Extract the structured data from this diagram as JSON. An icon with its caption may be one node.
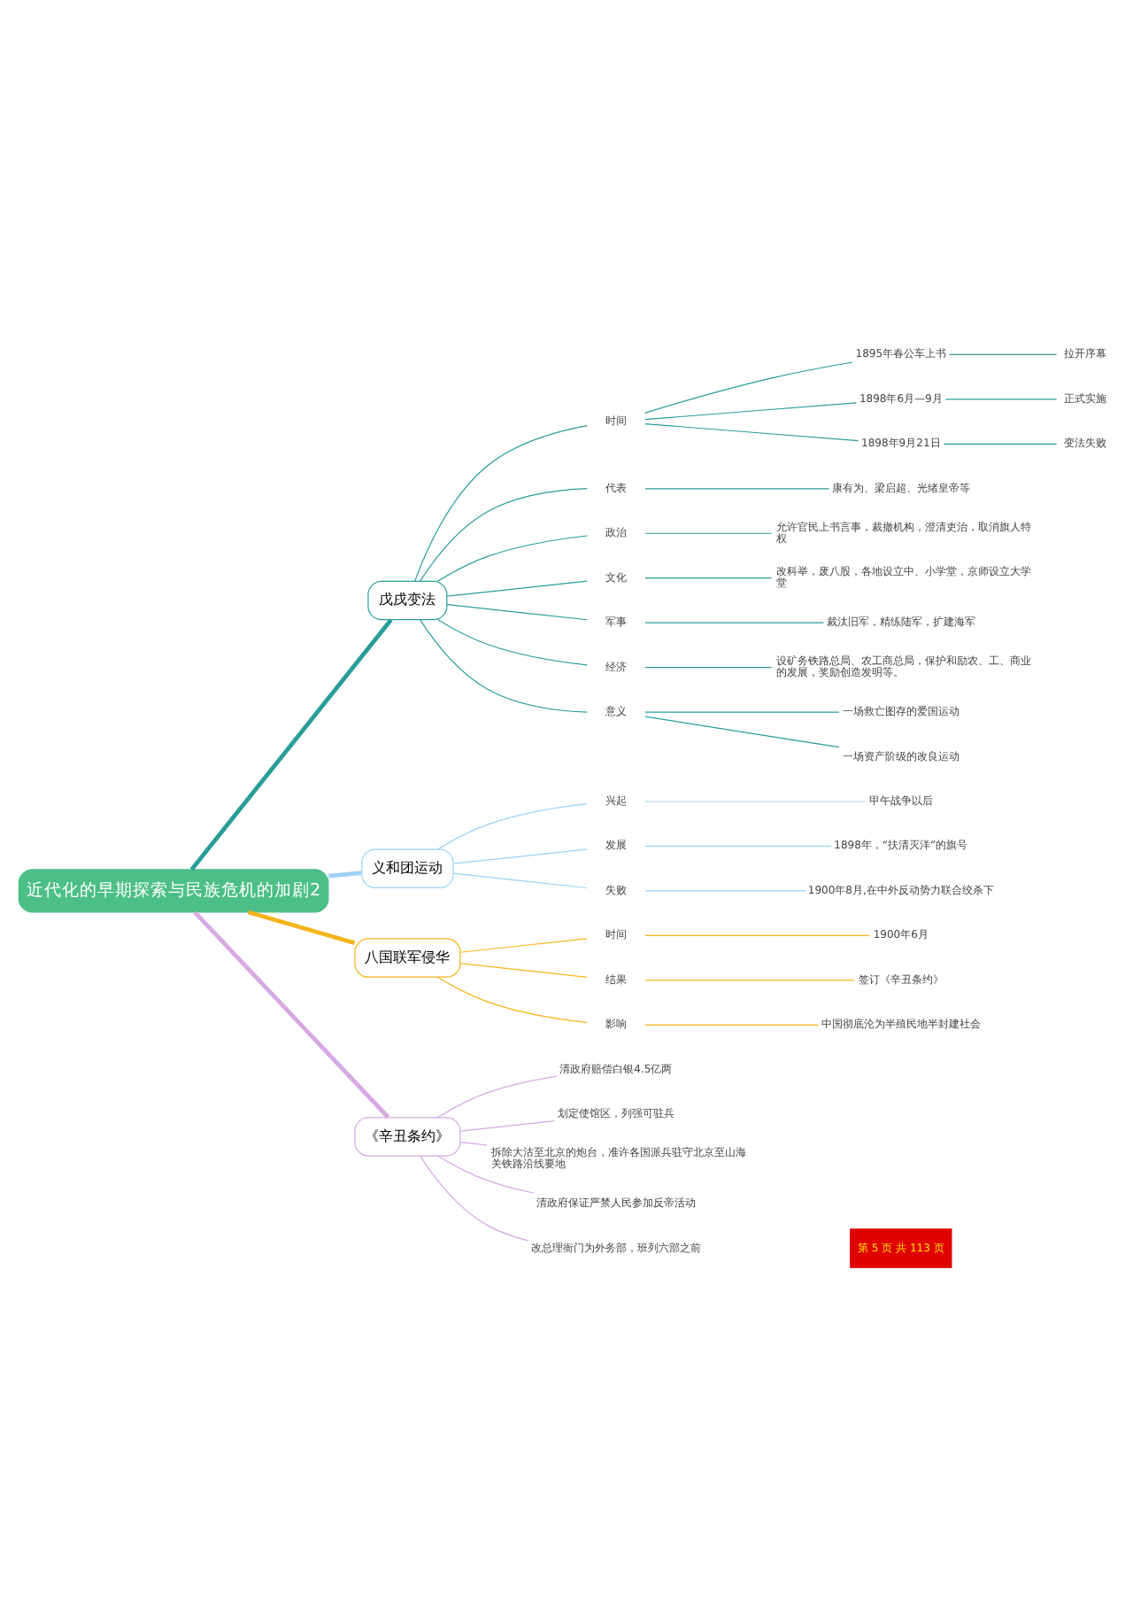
{
  "diagram": {
    "nodes": [
      {
        "text": [
          "近代化的早期探索与民族危机的加剧2"
        ]
      },
      {
        "text": [
          "戊戌变法"
        ]
      },
      {
        "text": [
          "时间"
        ]
      },
      {
        "text": [
          "1895年春公车上书"
        ]
      },
      {
        "text": [
          "拉开序幕"
        ]
      },
      {
        "text": [
          "1898年6月—9月"
        ]
      },
      {
        "text": [
          "正式实施"
        ]
      },
      {
        "text": [
          "1898年9月21日"
        ]
      },
      {
        "text": [
          "变法失败"
        ]
      },
      {
        "text": [
          "代表"
        ]
      },
      {
        "text": [
          "康有为、梁启超、光绪皇帝等"
        ]
      },
      {
        "text": [
          "政治"
        ]
      },
      {
        "text": [
          "允许官民上书言事，裁撤机构，澄清吏治，取消旗人特权"
        ]
      },
      {
        "text": [
          "文化"
        ]
      },
      {
        "text": [
          "改科举，废八股，各地设立中、小学堂，京师设立大学堂"
        ]
      },
      {
        "text": [
          "军事"
        ]
      },
      {
        "text": [
          "裁汰旧军，精练陆军，扩建海军"
        ]
      },
      {
        "text": [
          "经济"
        ]
      },
      {
        "text": [
          "设矿务铁路总局、农工商总局，保护和励农、工、商业的发展，奖励创造发明等。"
        ]
      },
      {
        "text": [
          "意义"
        ]
      },
      {
        "text": [
          "一场救亡图存的爱国运动"
        ]
      },
      {
        "text": [
          "一场资产阶级的改良运动"
        ]
      },
      {
        "text": [
          "义和团运动"
        ]
      },
      {
        "text": [
          "兴起"
        ]
      },
      {
        "text": [
          "甲午战争以后"
        ]
      },
      {
        "text": [
          "发展"
        ]
      },
      {
        "text": [
          "1898年，“扶清灭洋”的旗号"
        ]
      },
      {
        "text": [
          "失败"
        ]
      },
      {
        "text": [
          "1900年8月,在中外反动势力联合绞杀下"
        ]
      },
      {
        "text": [
          "八国联军侵华"
        ]
      },
      {
        "text": [
          "时间"
        ]
      },
      {
        "text": [
          "1900年6月"
        ]
      },
      {
        "text": [
          "结果"
        ]
      },
      {
        "text": [
          "签订《辛丑条约》"
        ]
      },
      {
        "text": [
          "影响"
        ]
      },
      {
        "text": [
          "中国彻底沦为半殖民地半封建社会"
        ]
      },
      {
        "text": [
          "《辛丑条约》"
        ]
      },
      {
        "text": [
          "清政府赔偿白银4.5亿两"
        ]
      },
      {
        "text": [
          "划定使馆区，列强可驻兵"
        ]
      },
      {
        "text": [
          "拆除大沽至北京的炮台，准许各国派兵驻守北京至山海关铁路沿线要地"
        ]
      },
      {
        "text": [
          "清政府保证严禁人民参加反帝活动"
        ]
      },
      {
        "text": [
          "改总理衙门为外务部，班列六部之前"
        ]
      }
    ],
    "edges": [
      {
        "from": 0,
        "to": 1,
        "arrow": "none",
        "style": "thick",
        "color": "#2a9d9a"
      },
      {
        "from": 1,
        "to": 2,
        "arrow": "none",
        "color": "#2a9d9a"
      },
      {
        "from": 2,
        "to": 3,
        "arrow": "none",
        "color": "#2a9d9a"
      },
      {
        "from": 3,
        "to": 4,
        "arrow": "none",
        "color": "#2a9d9a"
      },
      {
        "from": 2,
        "to": 5,
        "arrow": "none",
        "color": "#2a9d9a"
      },
      {
        "from": 5,
        "to": 6,
        "arrow": "none",
        "color": "#2a9d9a"
      },
      {
        "from": 2,
        "to": 7,
        "arrow": "none",
        "color": "#2a9d9a"
      },
      {
        "from": 7,
        "to": 8,
        "arrow": "none",
        "color": "#2a9d9a"
      },
      {
        "from": 1,
        "to": 9,
        "arrow": "none",
        "color": "#2a9d9a"
      },
      {
        "from": 9,
        "to": 10,
        "arrow": "none",
        "color": "#2a9d9a"
      },
      {
        "from": 1,
        "to": 11,
        "arrow": "none",
        "color": "#2a9d9a"
      },
      {
        "from": 11,
        "to": 12,
        "arrow": "none",
        "color": "#2a9d9a"
      },
      {
        "from": 1,
        "to": 13,
        "arrow": "none",
        "color": "#2a9d9a"
      },
      {
        "from": 13,
        "to": 14,
        "arrow": "none",
        "color": "#2a9d9a"
      },
      {
        "from": 1,
        "to": 15,
        "arrow": "none",
        "color": "#2a9d9a"
      },
      {
        "from": 15,
        "to": 16,
        "arrow": "none",
        "color": "#2a9d9a"
      },
      {
        "from": 1,
        "to": 17,
        "arrow": "none",
        "color": "#2a9d9a"
      },
      {
        "from": 17,
        "to": 18,
        "arrow": "none",
        "color": "#2a9d9a"
      },
      {
        "from": 1,
        "to": 19,
        "arrow": "none",
        "color": "#2a9d9a"
      },
      {
        "from": 19,
        "to": 20,
        "arrow": "none",
        "color": "#2a9d9a"
      },
      {
        "from": 19,
        "to": 21,
        "arrow": "none",
        "color": "#2a9d9a"
      },
      {
        "from": 0,
        "to": 22,
        "arrow": "none",
        "style": "thick",
        "color": "#9dd2f5"
      },
      {
        "from": 22,
        "to": 23,
        "arrow": "none",
        "color": "#9dd2f5"
      },
      {
        "from": 23,
        "to": 24,
        "arrow": "none",
        "color": "#9dd2f5"
      },
      {
        "from": 22,
        "to": 25,
        "arrow": "none",
        "color": "#9dd2f5"
      },
      {
        "from": 25,
        "to": 26,
        "arrow": "none",
        "color": "#9dd2f5"
      },
      {
        "from": 22,
        "to": 27,
        "arrow": "none",
        "color": "#9dd2f5"
      },
      {
        "from": 27,
        "to": 28,
        "arrow": "none",
        "color": "#9dd2f5"
      },
      {
        "from": 0,
        "to": 29,
        "arrow": "none",
        "style": "thick",
        "color": "#f4b41a"
      },
      {
        "from": 29,
        "to": 30,
        "arrow": "none",
        "color": "#f4b41a"
      },
      {
        "from": 30,
        "to": 31,
        "arrow": "none",
        "color": "#f4b41a"
      },
      {
        "from": 29,
        "to": 32,
        "arrow": "none",
        "color": "#f4b41a"
      },
      {
        "from": 32,
        "to": 33,
        "arrow": "none",
        "color": "#f4b41a"
      },
      {
        "from": 29,
        "to": 34,
        "arrow": "none",
        "color": "#f4b41a"
      },
      {
        "from": 34,
        "to": 35,
        "arrow": "none",
        "color": "#f4b41a"
      },
      {
        "from": 0,
        "to": 36,
        "arrow": "none",
        "style": "thick",
        "color": "#d6a9e3"
      },
      {
        "from": 36,
        "to": 37,
        "arrow": "none",
        "color": "#d6a9e3"
      },
      {
        "from": 36,
        "to": 38,
        "arrow": "none",
        "color": "#d6a9e3"
      },
      {
        "from": 36,
        "to": 39,
        "arrow": "none",
        "color": "#d6a9e3"
      },
      {
        "from": 36,
        "to": 40,
        "arrow": "none",
        "color": "#d6a9e3"
      },
      {
        "from": 36,
        "to": 41,
        "arrow": "none",
        "color": "#d6a9e3"
      }
    ],
    "labels": [
      "第 5 页 共 113 页"
    ]
  }
}
